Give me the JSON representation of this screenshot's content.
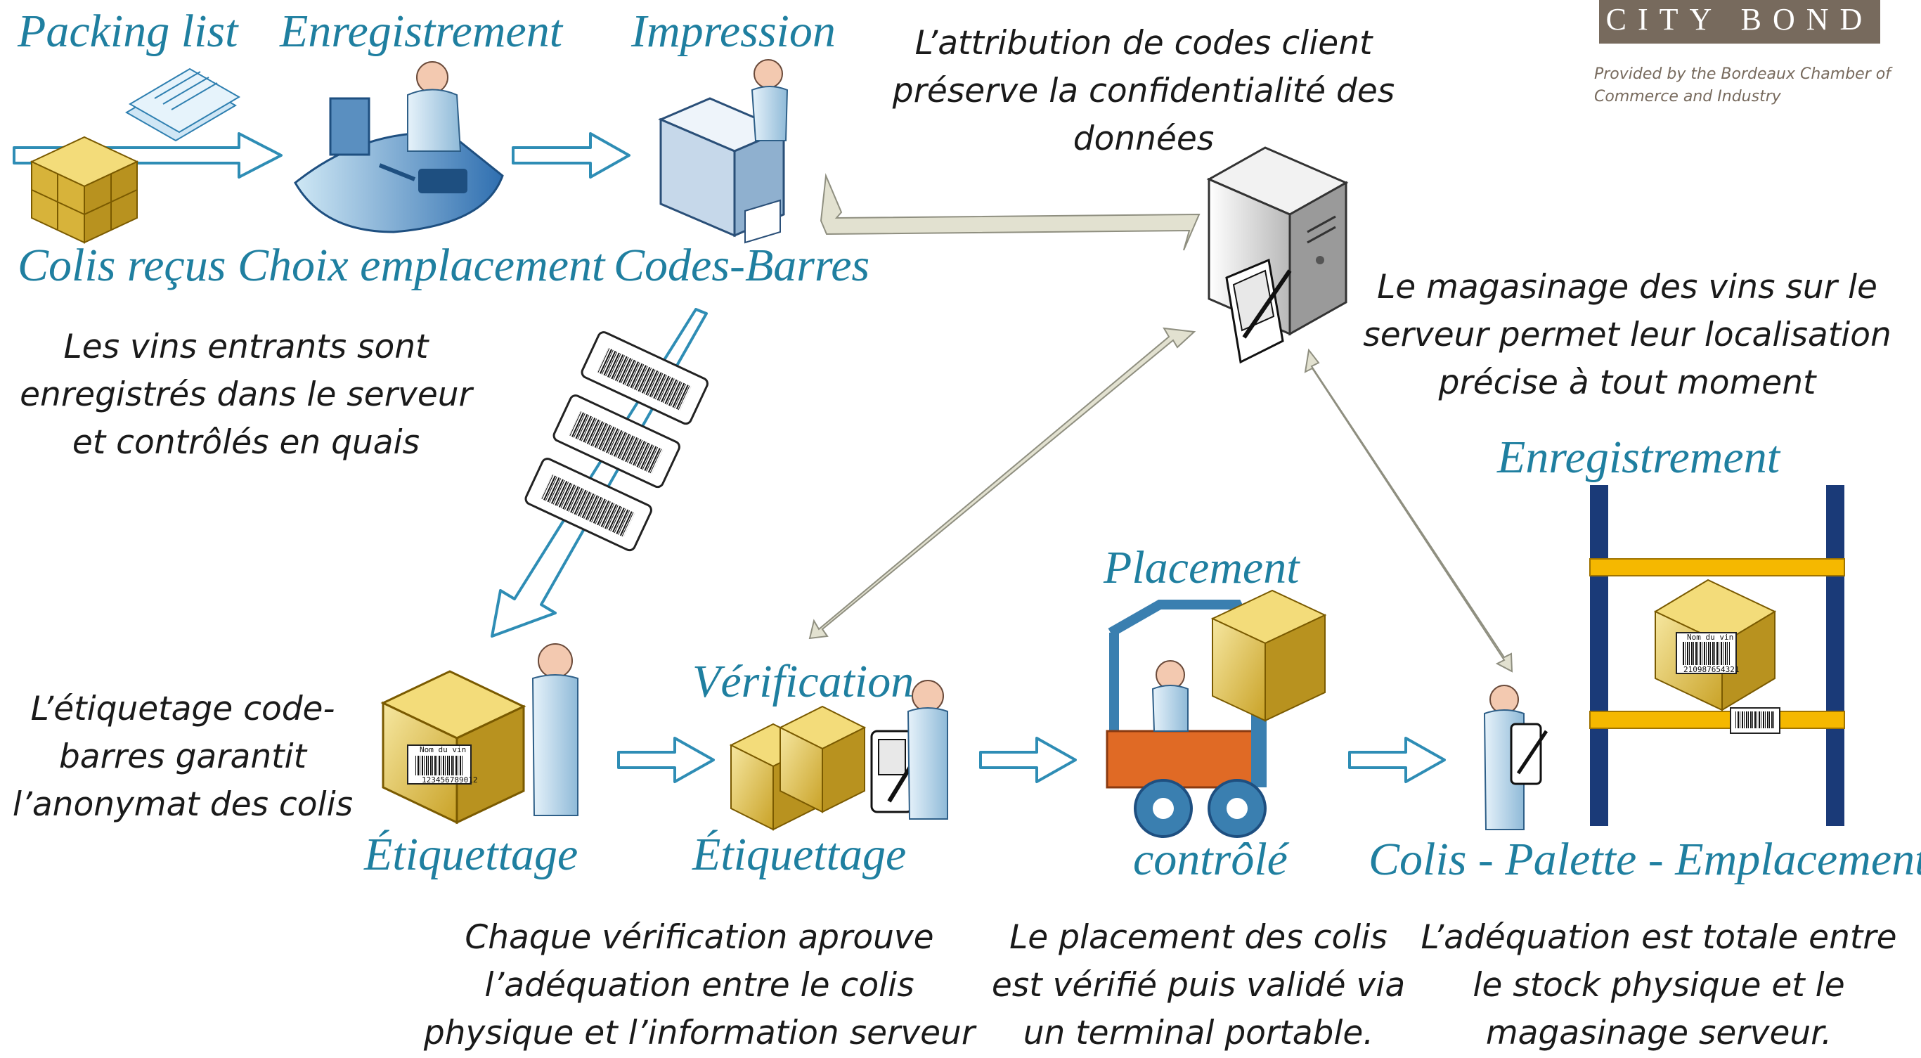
{
  "logo": {
    "name": "CITY BOND",
    "subtitle": "Provided by the Bordeaux Chamber of Commerce and Industry"
  },
  "stages": {
    "packing_list": "Packing list",
    "enregistrement_top": "Enregistrement",
    "impression": "Impression",
    "colis_recus": "Colis reçus",
    "choix_emplacement": "Choix emplacement",
    "codes_barres": "Codes-Barres",
    "etiquettage_1": "Étiquettage",
    "verification": "Vérification",
    "etiquettage_2": "Étiquettage",
    "placement": "Placement",
    "controle": "contrôlé",
    "enregistrement_right": "Enregistrement",
    "colis_palette": "Colis - Palette - Emplacement"
  },
  "notes": {
    "confidentialite": "L’attribution de codes client préserve la confidentialité des données",
    "vins_entrants": "Les vins entrants sont enregistrés dans le serveur et contrôlés en quais",
    "magasinage": "Le magasinage des vins sur le serveur permet leur localisation précise à tout moment",
    "etiquetage": "L’étiquetage code-barres garantit l’anonymat des colis",
    "verification": "Chaque vérification aprouve l’adéquation entre le colis physique et l’information serveur",
    "placement": "Le placement des colis est vérifié puis validé via un terminal portable.",
    "adequation": "L’adéquation est totale entre le stock physique et le magasinage serveur."
  },
  "barcode_labels": {
    "wine_name": "Nom du vin",
    "number": "123456789012",
    "number_reversed": "210987654321"
  },
  "colors": {
    "accent_blue": "#1f7fa0",
    "arrow_outline": "#3a8fb0",
    "server_link": "#deddcc",
    "rack_blue": "#1a3a78",
    "rack_yellow": "#f5b800",
    "box_yellow": "#e8c84a"
  }
}
